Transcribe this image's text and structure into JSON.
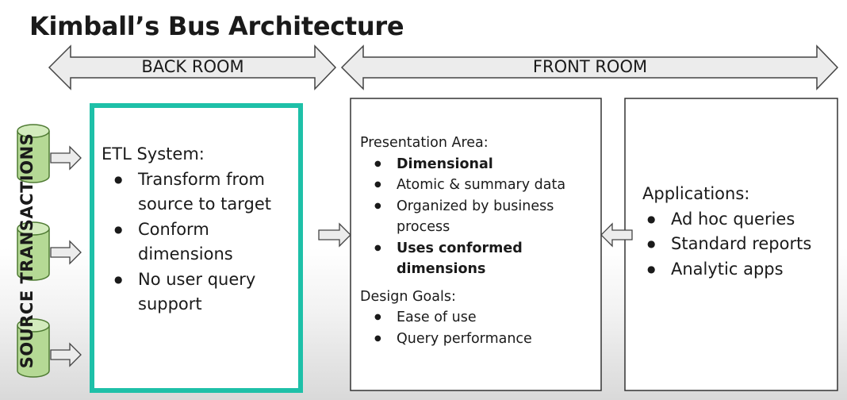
{
  "title": "Kimball’s Bus Architecture",
  "rooms": {
    "back": "BACK ROOM",
    "front": "FRONT ROOM"
  },
  "source": {
    "label": "SOURCE TRANSACTIONS",
    "cylinder_count": 3,
    "colors": {
      "cylinder_fill": "#b5d995",
      "cylinder_top": "#d3ebbd",
      "cylinder_stroke": "#4e7a32"
    }
  },
  "etl": {
    "heading": "ETL System:",
    "items": [
      "Transform from source to target",
      "Conform dimensions",
      "No user query support"
    ],
    "border_color": "#1ec0a8"
  },
  "presentation": {
    "heading": "Presentation Area:",
    "items": [
      {
        "text": "Dimensional",
        "bold": true
      },
      {
        "text": "Atomic & summary data",
        "bold": false
      },
      {
        "text": "Organized by business process",
        "bold": false
      },
      {
        "text": "Uses conformed dimensions",
        "bold": true
      }
    ],
    "goals_heading": "Design Goals:",
    "goals": [
      "Ease of use",
      "Query performance"
    ]
  },
  "applications": {
    "heading": "Applications:",
    "items": [
      "Ad hoc queries",
      "Standard reports",
      "Analytic apps"
    ]
  },
  "colors": {
    "arrow_fill": "#ececec",
    "arrow_stroke": "#444444",
    "box_stroke": "#333333"
  }
}
